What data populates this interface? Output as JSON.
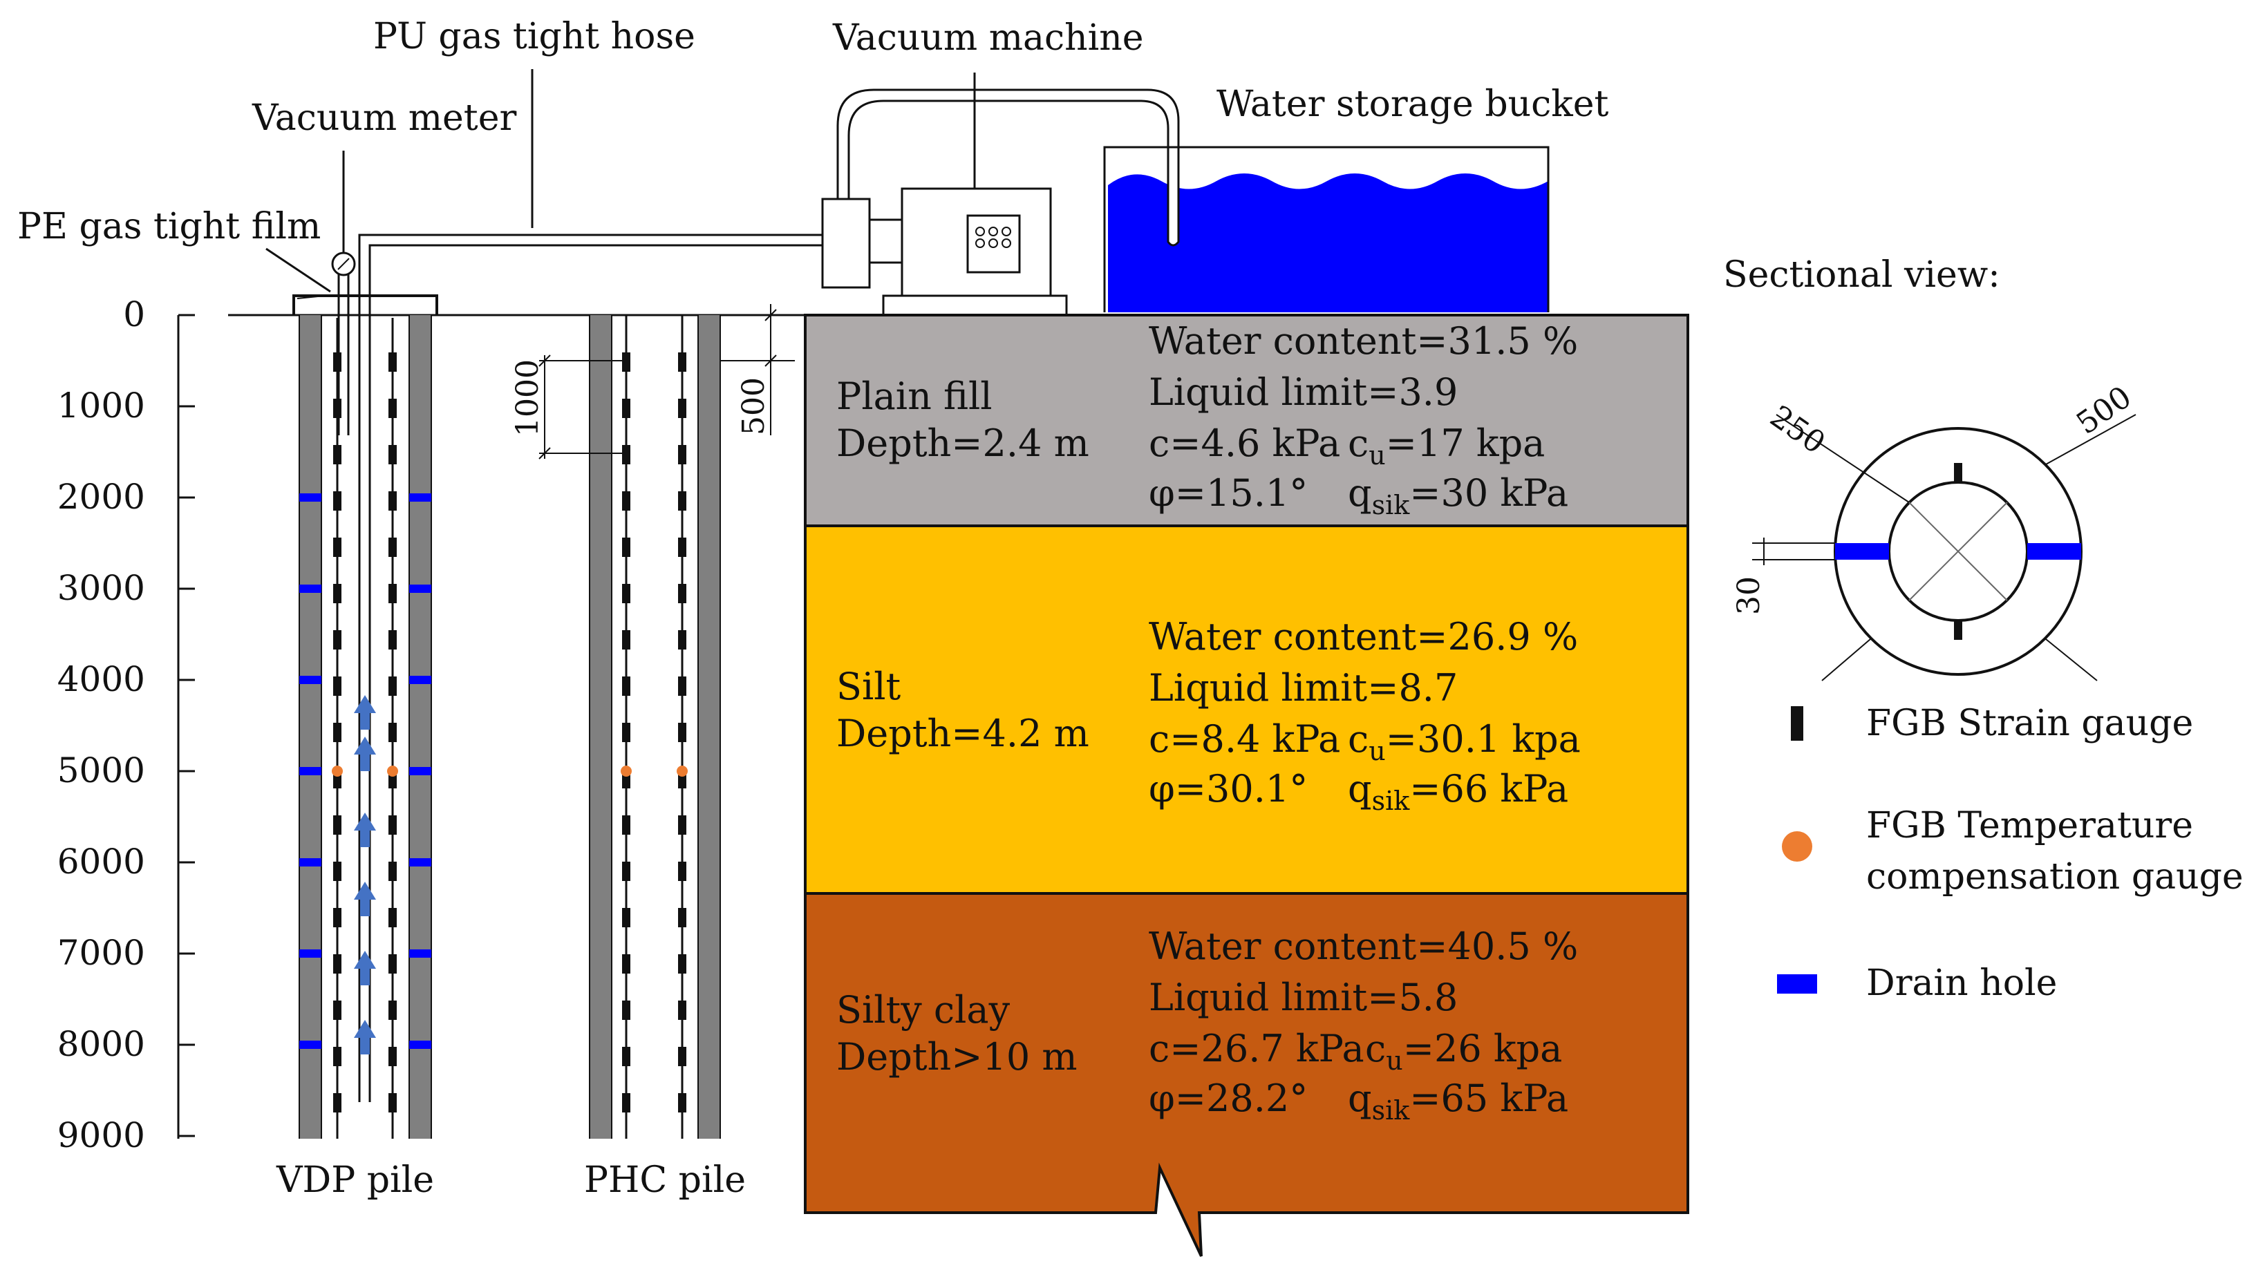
{
  "labels": {
    "pu_hose": "PU gas tight hose",
    "vacuum_machine": "Vacuum machine",
    "water_bucket": "Water storage bucket",
    "vacuum_meter": "Vacuum meter",
    "pe_film": "PE gas tight film",
    "vdp_pile": "VDP pile",
    "phc_pile": "PHC pile",
    "dim_1000": "1000",
    "dim_500": "500"
  },
  "depth_ticks": [
    "0",
    "1000",
    "2000",
    "3000",
    "4000",
    "5000",
    "6000",
    "7000",
    "8000",
    "9000"
  ],
  "layers": [
    {
      "name": "Plain fill",
      "depth": "Depth=2.4 m",
      "water": "Water content=31.5 %",
      "liquid": "Liquid limit=3.9",
      "c": "c=4.6 kPa",
      "cu_pre": "c",
      "cu_sub": "u",
      "cu_post": "=17 kpa",
      "phi": "φ=15.1°",
      "q_pre": "q",
      "q_sub": "sik",
      "q_post": "=30 kPa",
      "color": "#aeaaaa"
    },
    {
      "name": "Silt",
      "depth": "Depth=4.2 m",
      "water": "Water content=26.9 %",
      "liquid": "Liquid limit=8.7",
      "c": "c=8.4 kPa",
      "cu_pre": "c",
      "cu_sub": "u",
      "cu_post": "=30.1 kpa",
      "phi": "φ=30.1°",
      "q_pre": "q",
      "q_sub": "sik",
      "q_post": "=66 kPa",
      "color": "#ffc000"
    },
    {
      "name": "Silty clay",
      "depth": "Depth>10 m",
      "water": "Water content=40.5 %",
      "liquid": "Liquid limit=5.8",
      "c": "c=26.7 kPa",
      "cu_pre": "c",
      "cu_sub": "u",
      "cu_post": "=26 kpa",
      "phi": "φ=28.2°",
      "q_pre": "q",
      "q_sub": "sik",
      "q_post": "=65 kPa",
      "color": "#c55a11"
    }
  ],
  "section": {
    "title": "Sectional view:",
    "dim_250": "250",
    "dim_500": "500",
    "dim_30": "30"
  },
  "legend": {
    "strain": "FGB Strain gauge",
    "temp_line1": "FGB Temperature",
    "temp_line2": "compensation gauge",
    "drain": "Drain hole"
  },
  "colors": {
    "drain": "#0000ff",
    "temp": "#ed7d31",
    "water": "#0000ff",
    "arrow": "#4472c4",
    "pile_wall": "#808080"
  }
}
